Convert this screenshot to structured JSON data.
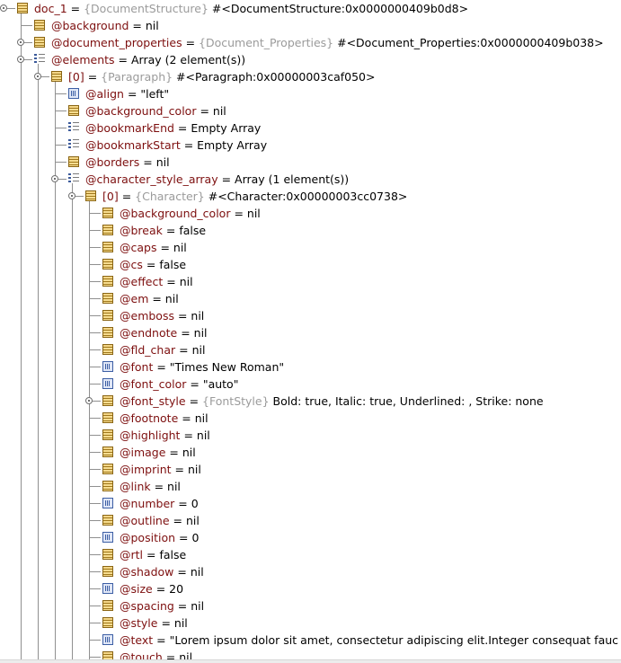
{
  "tree": {
    "rows": [
      {
        "depth": 0,
        "icon": "field",
        "toggle": true,
        "name": "doc_1",
        "eq": " = ",
        "type": "{DocumentStructure}",
        "value": " #<DocumentStructure:0x0000000409b0d8>"
      },
      {
        "depth": 1,
        "icon": "field",
        "toggle": false,
        "name": "@background",
        "eq": " = ",
        "type": "",
        "value": "nil"
      },
      {
        "depth": 1,
        "icon": "field",
        "toggle": true,
        "name": "@document_properties",
        "eq": " = ",
        "type": "{Document_Properties}",
        "value": " #<Document_Properties:0x0000000409b038>"
      },
      {
        "depth": 1,
        "icon": "array",
        "toggle": true,
        "name": "@elements",
        "eq": " = ",
        "type": "",
        "value": "Array (2 element(s))"
      },
      {
        "depth": 2,
        "icon": "field",
        "toggle": true,
        "name": "[0]",
        "eq": " = ",
        "type": "{Paragraph}",
        "value": " #<Paragraph:0x00000003caf050>"
      },
      {
        "depth": 3,
        "icon": "prim",
        "toggle": false,
        "name": "@align",
        "eq": " = ",
        "type": "",
        "value": "\"left\""
      },
      {
        "depth": 3,
        "icon": "field",
        "toggle": false,
        "name": "@background_color",
        "eq": " = ",
        "type": "",
        "value": "nil"
      },
      {
        "depth": 3,
        "icon": "array",
        "toggle": false,
        "name": "@bookmarkEnd",
        "eq": " = ",
        "type": "",
        "value": "Empty Array"
      },
      {
        "depth": 3,
        "icon": "array",
        "toggle": false,
        "name": "@bookmarkStart",
        "eq": " = ",
        "type": "",
        "value": "Empty Array"
      },
      {
        "depth": 3,
        "icon": "field",
        "toggle": false,
        "name": "@borders",
        "eq": " = ",
        "type": "",
        "value": "nil"
      },
      {
        "depth": 3,
        "icon": "array",
        "toggle": true,
        "name": "@character_style_array",
        "eq": " = ",
        "type": "",
        "value": "Array (1 element(s))"
      },
      {
        "depth": 4,
        "icon": "field",
        "toggle": true,
        "name": "[0]",
        "eq": " = ",
        "type": "{Character}",
        "value": " #<Character:0x00000003cc0738>"
      },
      {
        "depth": 5,
        "icon": "field",
        "toggle": false,
        "name": "@background_color",
        "eq": " = ",
        "type": "",
        "value": "nil"
      },
      {
        "depth": 5,
        "icon": "field",
        "toggle": false,
        "name": "@break",
        "eq": " = ",
        "type": "",
        "value": "false"
      },
      {
        "depth": 5,
        "icon": "field",
        "toggle": false,
        "name": "@caps",
        "eq": " = ",
        "type": "",
        "value": "nil"
      },
      {
        "depth": 5,
        "icon": "field",
        "toggle": false,
        "name": "@cs",
        "eq": " = ",
        "type": "",
        "value": "false"
      },
      {
        "depth": 5,
        "icon": "field",
        "toggle": false,
        "name": "@effect",
        "eq": " = ",
        "type": "",
        "value": "nil"
      },
      {
        "depth": 5,
        "icon": "field",
        "toggle": false,
        "name": "@em",
        "eq": " = ",
        "type": "",
        "value": "nil"
      },
      {
        "depth": 5,
        "icon": "field",
        "toggle": false,
        "name": "@emboss",
        "eq": " = ",
        "type": "",
        "value": "nil"
      },
      {
        "depth": 5,
        "icon": "field",
        "toggle": false,
        "name": "@endnote",
        "eq": " = ",
        "type": "",
        "value": "nil"
      },
      {
        "depth": 5,
        "icon": "field",
        "toggle": false,
        "name": "@fld_char",
        "eq": " = ",
        "type": "",
        "value": "nil"
      },
      {
        "depth": 5,
        "icon": "prim",
        "toggle": false,
        "name": "@font",
        "eq": " = ",
        "type": "",
        "value": "\"Times New Roman\""
      },
      {
        "depth": 5,
        "icon": "prim",
        "toggle": false,
        "name": "@font_color",
        "eq": " = ",
        "type": "",
        "value": "\"auto\""
      },
      {
        "depth": 5,
        "icon": "field",
        "toggle": true,
        "name": "@font_style",
        "eq": " = ",
        "type": "{FontStyle}",
        "value": " Bold: true, Italic: true, Underlined: , Strike: none"
      },
      {
        "depth": 5,
        "icon": "field",
        "toggle": false,
        "name": "@footnote",
        "eq": " = ",
        "type": "",
        "value": "nil"
      },
      {
        "depth": 5,
        "icon": "field",
        "toggle": false,
        "name": "@highlight",
        "eq": " = ",
        "type": "",
        "value": "nil"
      },
      {
        "depth": 5,
        "icon": "field",
        "toggle": false,
        "name": "@image",
        "eq": " = ",
        "type": "",
        "value": "nil"
      },
      {
        "depth": 5,
        "icon": "field",
        "toggle": false,
        "name": "@imprint",
        "eq": " = ",
        "type": "",
        "value": "nil"
      },
      {
        "depth": 5,
        "icon": "field",
        "toggle": false,
        "name": "@link",
        "eq": " = ",
        "type": "",
        "value": "nil"
      },
      {
        "depth": 5,
        "icon": "prim",
        "toggle": false,
        "name": "@number",
        "eq": " = ",
        "type": "",
        "value": "0"
      },
      {
        "depth": 5,
        "icon": "field",
        "toggle": false,
        "name": "@outline",
        "eq": " = ",
        "type": "",
        "value": "nil"
      },
      {
        "depth": 5,
        "icon": "prim",
        "toggle": false,
        "name": "@position",
        "eq": " = ",
        "type": "",
        "value": "0"
      },
      {
        "depth": 5,
        "icon": "field",
        "toggle": false,
        "name": "@rtl",
        "eq": " = ",
        "type": "",
        "value": "false"
      },
      {
        "depth": 5,
        "icon": "field",
        "toggle": false,
        "name": "@shadow",
        "eq": " = ",
        "type": "",
        "value": "nil"
      },
      {
        "depth": 5,
        "icon": "prim",
        "toggle": false,
        "name": "@size",
        "eq": " = ",
        "type": "",
        "value": "20"
      },
      {
        "depth": 5,
        "icon": "field",
        "toggle": false,
        "name": "@spacing",
        "eq": " = ",
        "type": "",
        "value": "nil"
      },
      {
        "depth": 5,
        "icon": "field",
        "toggle": false,
        "name": "@style",
        "eq": " = ",
        "type": "",
        "value": "nil"
      },
      {
        "depth": 5,
        "icon": "prim",
        "toggle": false,
        "name": "@text",
        "eq": " = ",
        "type": "",
        "value": "\"Lorem ipsum dolor sit amet, consectetur adipiscing elit.Integer consequat fauc"
      },
      {
        "depth": 5,
        "icon": "field",
        "toggle": false,
        "name": "@touch",
        "eq": " = ",
        "type": "",
        "value": "nil"
      }
    ]
  },
  "colors": {
    "name": "#7d0f0f",
    "type_hint": "#9b9b9b",
    "value": "#000000",
    "tree_lines": "#909090",
    "background": "#ffffff"
  },
  "icons": {
    "field": "field-icon",
    "prim": "primitive-value-icon",
    "array": "array-icon",
    "toggle": "collapse-toggle-icon"
  }
}
